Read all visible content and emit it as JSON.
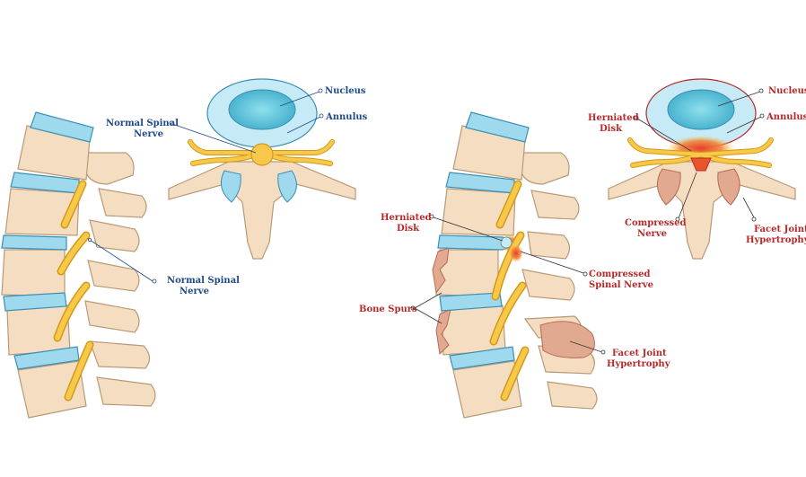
{
  "colors": {
    "bone": "#f4ddc0",
    "bone_stroke": "#b99a78",
    "disc": "#9ed9ee",
    "disc_stroke": "#3b8fb5",
    "nucleus": "#5bbfd6",
    "nerve": "#f7c84a",
    "nerve_stroke": "#d49a16",
    "normal_label": "#1f4a8a",
    "pathology_label": "#b82a2a",
    "inflamed": "#e8552a",
    "spur": "#e0a990"
  },
  "normal": {
    "top_view": {
      "nucleus_label": "Nucleus",
      "annulus_label": "Annulus",
      "nerve_label_line1": "Normal Spinal",
      "nerve_label_line2": "Nerve"
    },
    "side_view": {
      "nerve_label_line1": "Normal Spinal",
      "nerve_label_line2": "Nerve"
    }
  },
  "pathology": {
    "top_view": {
      "nucleus_label": "Nucleus",
      "annulus_label": "Annulus",
      "herniated_label_line1": "Herniated",
      "herniated_label_line2": "Disk",
      "compressed_label_line1": "Compressed",
      "compressed_label_line2": "Nerve",
      "facet_label_line1": "Facet Joint",
      "facet_label_line2": "Hypertrophy"
    },
    "side_view": {
      "herniated_label_line1": "Herniated",
      "herniated_label_line2": "Disk",
      "compressed_label_line1": "Compressed",
      "compressed_label_line2": "Spinal Nerve",
      "spurs_label": "Bone Spurs",
      "facet_label_line1": "Facet Joint",
      "facet_label_line2": "Hypertrophy"
    }
  }
}
